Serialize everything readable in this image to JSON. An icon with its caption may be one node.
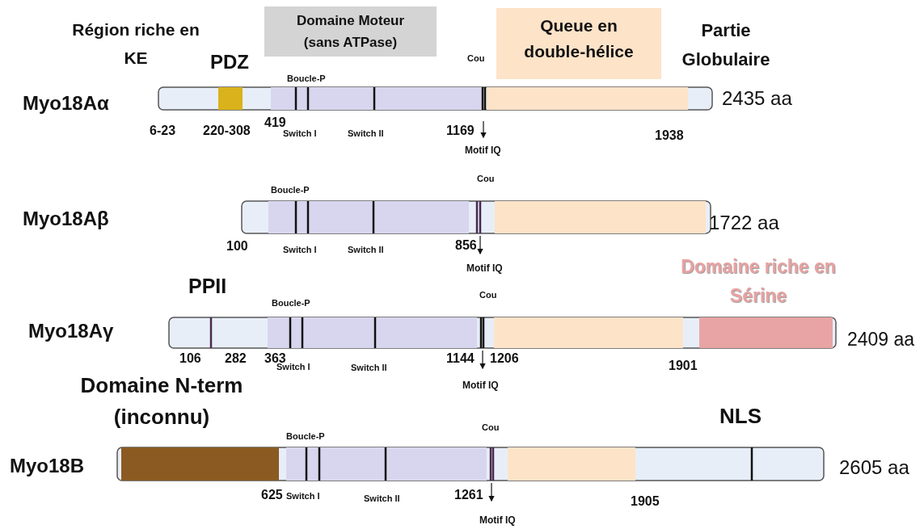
{
  "diagram": {
    "nodes": [
      {
        "text": [
          "Domaine Moteur (sans ATPase)"
        ]
      },
      {
        "text": [
          "Queue en double-hélice"
        ]
      },
      {
        "text": [],
        "shape": "bar"
      },
      {
        "text": [],
        "shape": "bar"
      },
      {
        "text": [],
        "shape": "bar"
      },
      {
        "text": [],
        "shape": "bar"
      }
    ],
    "labels": [
      "Région riche en KE",
      "Partie Globulaire",
      "PDZ",
      "Boucle-P",
      "Cou",
      "Myo18Aα",
      "2435 aa",
      "6-23",
      "220-308",
      "419",
      "Switch I",
      "Switch II",
      "1169",
      "1938",
      "Motif IQ",
      "Cou",
      "Boucle-P",
      "Myo18Aβ",
      "1722 aa",
      "100",
      "Switch I",
      "Switch II",
      "856",
      "Motif IQ",
      "Domaine riche en Sérine",
      "PPII",
      "Boucle-P",
      "Cou",
      "Myo18Aγ",
      "2409 aa",
      "106",
      "282",
      "363",
      "Switch I",
      "Switch II",
      "1144",
      "1206",
      "1901",
      "Motif IQ",
      "Domaine N-term (inconnu)",
      "NLS",
      "Cou",
      "Boucle-P",
      "Myo18B",
      "2605 aa",
      "625",
      "Switch I",
      "Switch II",
      "1261",
      "1905",
      "Motif IQ"
    ]
  }
}
